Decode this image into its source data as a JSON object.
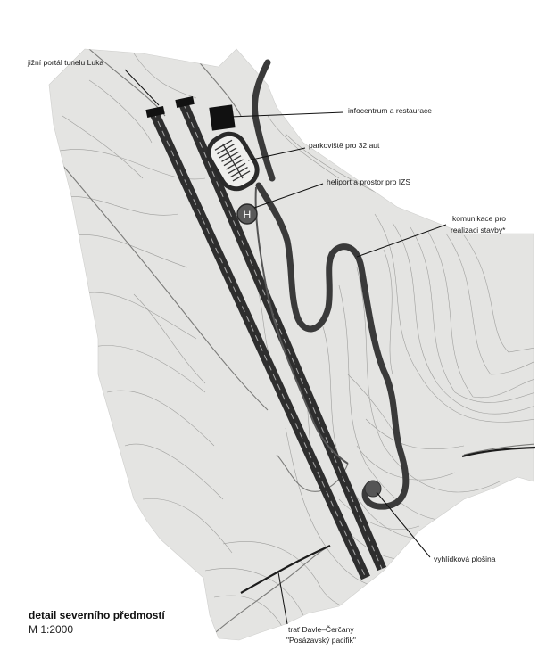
{
  "map": {
    "title": "detail severního předmostí",
    "scale": "M 1:2000",
    "labels": {
      "tunnel_portal": "jižní portál tunelu Luka",
      "infocenter": "infocentrum a restaurace",
      "parking": "parkoviště pro 32  aut",
      "heliport": "heliport a prostor pro IZS",
      "road_line1": "komunikace pro",
      "road_line2": "realizaci stavby*",
      "viewpoint": "vyhlídková plošina",
      "railway_line1": "trať Davle–Čerčany",
      "railway_line2": "\"Posázavský pacifik\""
    },
    "heliport_symbol": "H",
    "colors": {
      "terrain": "#e6e6e4",
      "contour": "#9a9a98",
      "road": "#3a3a3a",
      "highway": "#2e2e2e",
      "lane": "#9a9a9a"
    }
  }
}
